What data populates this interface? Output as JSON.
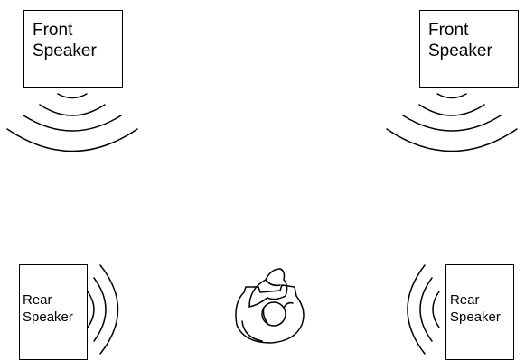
{
  "speakers": {
    "front_left": {
      "line1": "Front",
      "line2": "Speaker"
    },
    "front_right": {
      "line1": "Front",
      "line2": "Speaker"
    },
    "rear_left": {
      "line1": "Rear",
      "line2": "Speaker"
    },
    "rear_right": {
      "line1": "Rear",
      "line2": "Speaker"
    }
  },
  "icons": {
    "listener": "listener-icon",
    "sound_waves": "sound-waves-icon"
  },
  "colors": {
    "stroke": "#000000",
    "background": "#ffffff"
  }
}
